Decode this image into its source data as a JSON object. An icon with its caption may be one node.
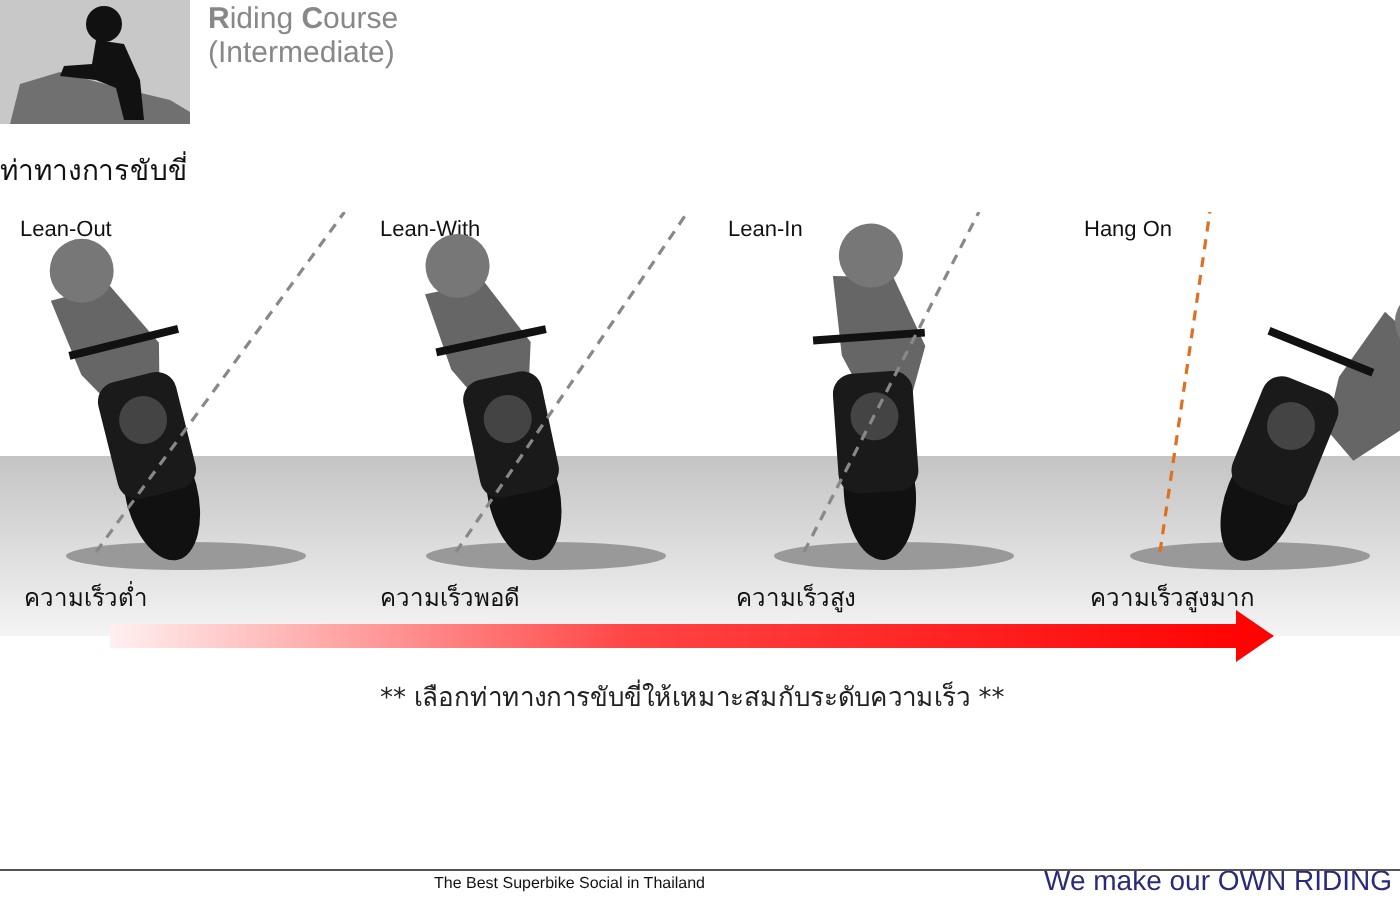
{
  "diagram": {
    "title": "**R**iding **C**ourse (Intermediate)",
    "nodes": [
      {
        "text": [
          "Lean-Out"
        ],
        "beside": [
          "ความเร็วต่ำ"
        ]
      },
      {
        "text": [
          "Lean-With"
        ],
        "beside": [
          "ความเร็วพอดี"
        ]
      },
      {
        "text": [
          "Lean-In"
        ],
        "beside": [
          "ความเร็วสูง"
        ]
      },
      {
        "text": [
          "Hang On"
        ],
        "beside": [
          "ความเร็วสูงมาก"
        ]
      }
    ],
    "edges": [],
    "labels": [
      "ท่าทางการขับขี่",
      "** เลือกท่าทางการขับขี่ให้เหมาะสมกับระดับความเร็ว **",
      "The Best Superbike Social in Thailand",
      "We make our OWN RIDING"
    ]
  }
}
